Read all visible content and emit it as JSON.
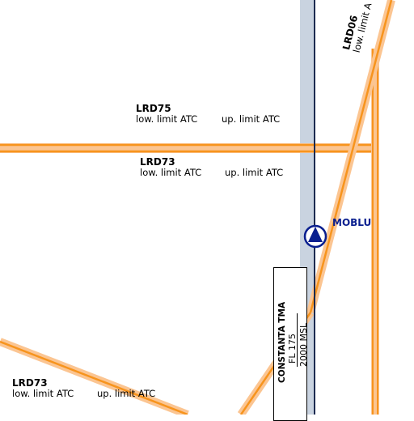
{
  "waypoint": {
    "name": "MOBLU",
    "symbol": "triangle-waypoint-icon",
    "color": "#0a1f8f"
  },
  "areas": [
    {
      "id": "LRD75",
      "lower": "low. limit ATC",
      "upper": "up. limit ATC"
    },
    {
      "id": "LRD73",
      "lower": "low. limit ATC",
      "upper": "up. limit ATC"
    },
    {
      "id": "LRD73",
      "lower": "low. limit ATC",
      "upper": "up. limit ATC"
    },
    {
      "id": "LRD06",
      "lower": "low. limit A"
    }
  ],
  "tma": {
    "name": "CONSTANTA TMA",
    "upper": "FL 175",
    "lower": "2000 MSL"
  },
  "colors": {
    "restricted_area_border": "#f7941d",
    "restricted_area_halo": "#fbc592",
    "airway_band": "#c9d3e0",
    "route_line": "#1c2a50"
  }
}
